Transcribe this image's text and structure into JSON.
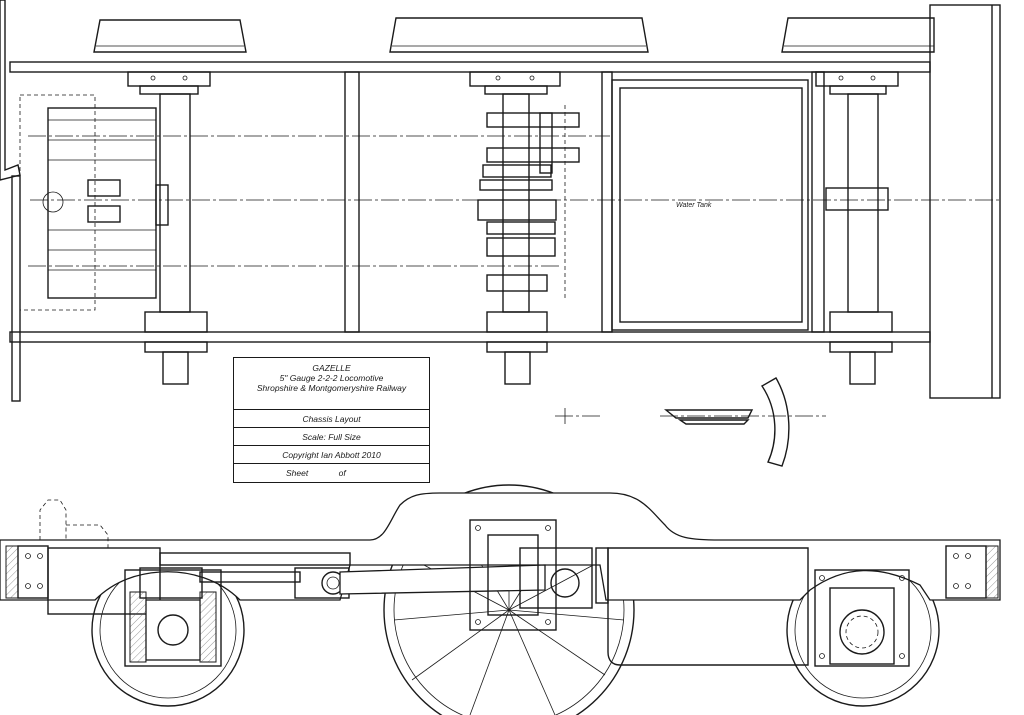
{
  "diagram": {
    "water_tank_label": "Water Tank"
  },
  "title_block": {
    "name": "GAZELLE",
    "line2": "5\" Gauge 2-2-2 Locomotive",
    "line3": "Shropshire & Montgomeryshire Railway",
    "layout": "Chassis Layout",
    "scale": "Scale: Full Size",
    "copyright": "Copyright Ian Abbott 2010",
    "sheet_label": "Sheet",
    "of_label": "of"
  },
  "colors": {
    "line": "#1a1a1a",
    "background": "#ffffff"
  }
}
